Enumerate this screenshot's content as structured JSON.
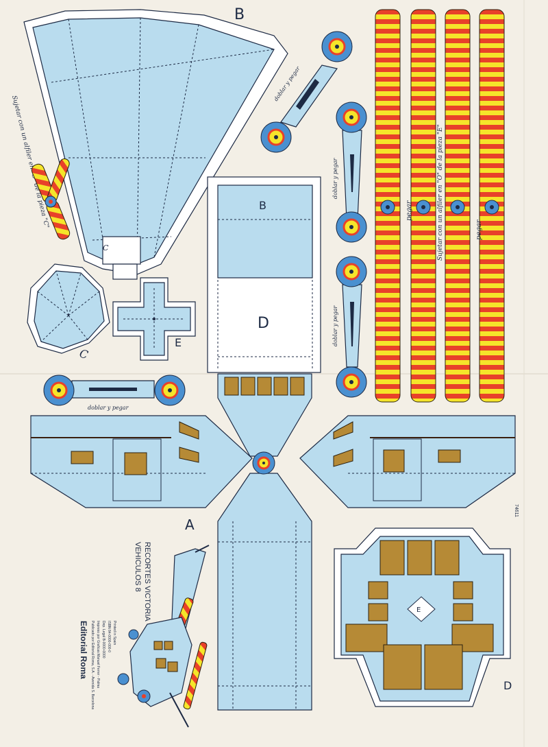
{
  "sheet": {
    "title_line1": "RECORTES VICTORIA",
    "title_line2": "VEHICULOS 8",
    "publisher": "Editorial Roma",
    "code": "74611",
    "imprint": [
      "Publicado por Editorial Roma, S.A. - Avenida S. Barcelona",
      "Impreso por Graficas Manuel Ferrer - Palma",
      "Dep. Legal B-0000-0000",
      "ISBN 84-0000-000-0",
      "Printed in Spain"
    ]
  },
  "pieces": {
    "A": "A",
    "B": "B",
    "C": "C",
    "D": "D",
    "D_small": "D",
    "E": "E"
  },
  "instructions": {
    "pin_rotor": "Sujetar con un alfiler en \"O\" de la pieza \"E\"",
    "pin_tail": "Sujetar con un alfiler en \"O\" de la pieza \"C\"",
    "fold_glue": "doblar y pegar",
    "glue": "pegar"
  },
  "colors": {
    "paper": "#f3efe6",
    "part_blue": "#b9dcee",
    "window_gold": "#b68a36",
    "stripe_red": "#e8412a",
    "stripe_yellow": "#f5e52a",
    "line": "#1d2a44"
  }
}
